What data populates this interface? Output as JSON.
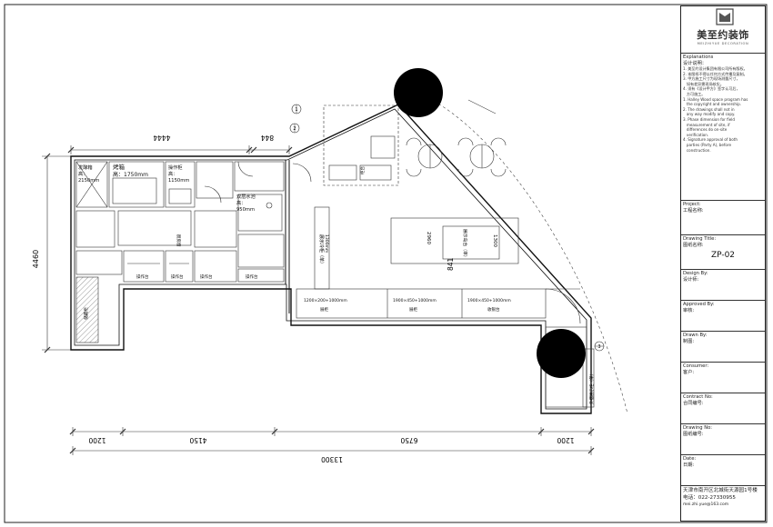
{
  "drawing": {
    "overall_width_label": "13300",
    "bottom_dims": [
      "1200",
      "4150",
      "6750",
      "1200"
    ],
    "left_height_label": "4460",
    "top_dims": [
      "4444",
      "844"
    ],
    "dim_841": "841",
    "callouts": [
      "1",
      "2",
      "3"
    ],
    "rooms": {
      "fermentation": [
        "发酵箱",
        "高：",
        "2150mm"
      ],
      "oven": [
        "烤箱",
        "高：1750mm"
      ],
      "cabinet": [
        "操作柜",
        "高：",
        "1150mm"
      ],
      "double_sink": [
        "双层水池",
        "高：",
        "950mm"
      ],
      "kitchen_window": [
        "厨房窗"
      ],
      "storage": [
        "储藏柜"
      ],
      "fridge": [
        "展示冷柜（单）",
        "1300mm",
        "900mm"
      ],
      "island": [
        "展示岛台（单）"
      ],
      "wall_counter": [
        "展柜",
        "展柜"
      ],
      "outdoor_counter": [
        "外摆展示柜（单）"
      ],
      "short_cabinets": [
        "操作台",
        "操作台",
        "操作台",
        "操作台"
      ],
      "service_counter": [
        "收银台"
      ],
      "bar_counter_labels": [
        "1200×200+1000mm",
        "1900×450+1000mm",
        "1900×450+1000mm"
      ],
      "island_dims": [
        "2960",
        "1300"
      ],
      "door_label": [
        "柜台"
      ]
    }
  },
  "title_block": {
    "brand_cn": "美至约装饰",
    "brand_en": "MEIZHIYUE DECORATION",
    "explanations_en": "Explanations",
    "explanations_cn": "设计说明：",
    "notes": "1. 美至约设计集团有限公司所有版权。\n2. 本图纸不得以任何方式传播及复制。\n3. 甲方施工尺寸为现场测量尺寸，\n   如有差异需现场核实。\n4. 须有《设计甲方》签字认可后，\n   方可施工。\n1. Halley Wood space program has\n   the copyright and ownership.\n2. The drawings shall not in\n   any way modify and copy.\n3. Phase dimension for field\n   measurement of site, if\n   differences do on-site\n   verification.\n4. Signature approval of both\n   parties (Party A), before\n   construction.",
    "project_en": "Project:",
    "project_cn": "工程名称:",
    "drawing_title_en": "Drawing Title:",
    "drawing_title_cn": "图纸名称:",
    "drawing_title_value": "ZP-02",
    "design_by_en": "Design By:",
    "design_by_cn": "设计师:",
    "approved_by_en": "Approved By:",
    "approved_by_cn": "审核:",
    "drawn_by_en": "Drawn By:",
    "drawn_by_cn": "制图:",
    "consumer_en": "Consumer:",
    "consumer_cn": "客户:",
    "contract_en": "Contract No:",
    "contract_cn": "合同编号:",
    "drawing_no_en": "Drawing No:",
    "drawing_no_cn": "图纸编号:",
    "date_en": "Date:",
    "date_cn": "日期:",
    "address": "天津市南开区北城街天源园1号楼",
    "phone": "电话：022-27330955",
    "email": "mei.zhi.yue@163.com"
  }
}
